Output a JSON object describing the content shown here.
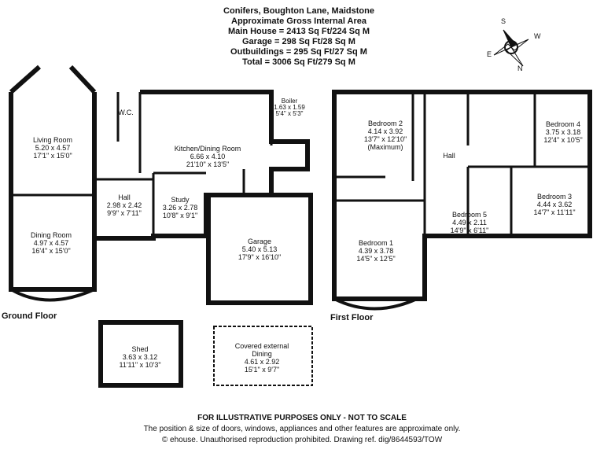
{
  "header": {
    "title": "Conifers, Boughton Lane, Maidstone",
    "subtitle": "Approximate Gross Internal Area",
    "main_house": "Main House = 2413 Sq Ft/224 Sq M",
    "garage": "Garage = 298 Sq Ft/28 Sq M",
    "outbuildings": "Outbuildings = 295 Sq Ft/27 Sq M",
    "total": "Total = 3006 Sq Ft/279 Sq M"
  },
  "compass": {
    "s": "S",
    "w": "W",
    "e": "E",
    "n": "N"
  },
  "floors": {
    "ground": "Ground Floor",
    "first": "First Floor"
  },
  "rooms": {
    "living": {
      "name": "Living Room",
      "metric": "5.20 x 4.57",
      "imperial": "17'1\" x 15'0\""
    },
    "wc": {
      "name": "W.C."
    },
    "kitchen": {
      "name": "Kitchen/Dining Room",
      "metric": "6.66 x 4.10",
      "imperial": "21'10\" x 13'5\""
    },
    "boiler": {
      "name": "Boiler",
      "metric": "1.63 x 1.59",
      "imperial": "5'4\" x 5'3\""
    },
    "dining": {
      "name": "Dining Room",
      "metric": "4.97 x 4.57",
      "imperial": "16'4\" x 15'0\""
    },
    "hall_g": {
      "name": "Hall",
      "metric": "2.98 x 2.42",
      "imperial": "9'9\" x 7'11\""
    },
    "study": {
      "name": "Study",
      "metric": "3.26 x 2.78",
      "imperial": "10'8\" x 9'1\""
    },
    "garage": {
      "name": "Garage",
      "metric": "5.40 x 5.13",
      "imperial": "17'9\" x 16'10\""
    },
    "bed2": {
      "name": "Bedroom 2",
      "metric": "4.14 x 3.92",
      "imperial": "13'7\" x 12'10\"",
      "note": "(Maximum)"
    },
    "hall_f": {
      "name": "Hall"
    },
    "bed4": {
      "name": "Bedroom 4",
      "metric": "3.75 x 3.18",
      "imperial": "12'4\" x 10'5\""
    },
    "bed3": {
      "name": "Bedroom 3",
      "metric": "4.44 x 3.62",
      "imperial": "14'7\" x 11'11\""
    },
    "bed5": {
      "name": "Bedroom 5",
      "metric": "4.49 x 2.11",
      "imperial": "14'9\" x 6'11\""
    },
    "bed1": {
      "name": "Bedroom 1",
      "metric": "4.39 x 3.78",
      "imperial": "14'5\" x 12'5\""
    },
    "shed": {
      "name": "Shed",
      "metric": "3.63 x 3.12",
      "imperial": "11'11\" x 10'3\""
    },
    "covered": {
      "name": "Covered external",
      "name2": "Dining",
      "metric": "4.61 x 2.92",
      "imperial": "15'1\" x 9'7\""
    }
  },
  "footer": {
    "disclaimer": "FOR ILLUSTRATIVE PURPOSES ONLY - NOT TO SCALE",
    "note": "The position & size of doors, windows, appliances and other features are approximate only.",
    "copyright": "© ehouse. Unauthorised reproduction prohibited. Drawing ref. dig/8644593/TOW"
  }
}
